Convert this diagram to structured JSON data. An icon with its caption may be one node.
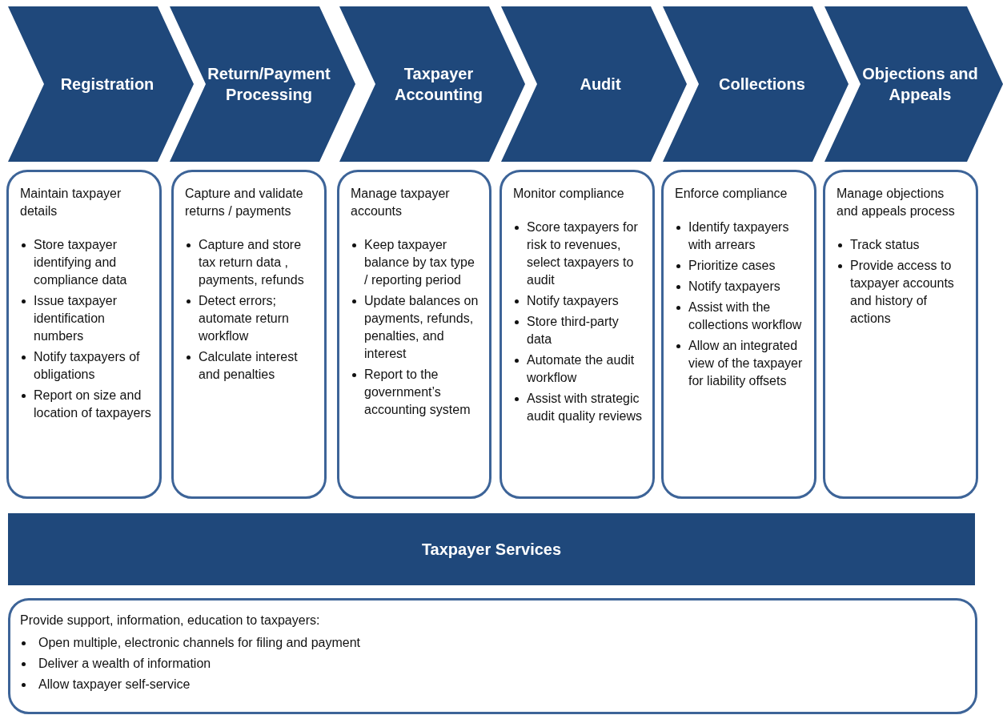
{
  "diagram": {
    "nodes": [
      {
        "text": [
          "Registration"
        ]
      },
      {
        "text": [
          "Return/Payment Processing"
        ]
      },
      {
        "text": [
          "Taxpayer Accounting"
        ]
      },
      {
        "text": [
          "Audit"
        ]
      },
      {
        "text": [
          "Collections"
        ]
      },
      {
        "text": [
          "Objections and Appeals"
        ]
      },
      {
        "text": [
          "Maintain taxpayer details",
          "Store taxpayer identifying and compliance data",
          "Issue taxpayer identification numbers",
          "Notify taxpayers of obligations",
          "Report on size and location of taxpayers"
        ]
      },
      {
        "text": [
          "Capture and validate returns / payments",
          "Capture and store tax return data , payments, refunds",
          "Detect errors; automate return workflow",
          "Calculate interest and penalties"
        ]
      },
      {
        "text": [
          "Manage taxpayer accounts",
          "Keep taxpayer balance by tax type / reporting period",
          "Update balances on payments, refunds, penalties, and interest",
          "Report to the government’s accounting system"
        ]
      },
      {
        "text": [
          "Monitor compliance",
          "Score taxpayers for risk to revenues, select taxpayers to audit",
          "Notify taxpayers",
          "Store third-party data",
          "Automate the audit workflow",
          "Assist with strategic audit quality reviews"
        ]
      },
      {
        "text": [
          "Enforce compliance",
          "Identify taxpayers with arrears",
          "Prioritize cases",
          "Notify taxpayers",
          "Assist with the collections workflow",
          "Allow an integrated view of the taxpayer for liability offsets"
        ]
      },
      {
        "text": [
          "Manage objections and appeals process",
          "Track status",
          "Provide access to taxpayer accounts and history of actions"
        ]
      },
      {
        "text": [
          "Taxpayer Services"
        ]
      },
      {
        "text": [
          "Provide support, information, education to taxpayers:",
          "Open multiple, electronic channels for filing and payment",
          "Deliver a wealth of information",
          "Allow taxpayer self-service"
        ]
      }
    ]
  }
}
